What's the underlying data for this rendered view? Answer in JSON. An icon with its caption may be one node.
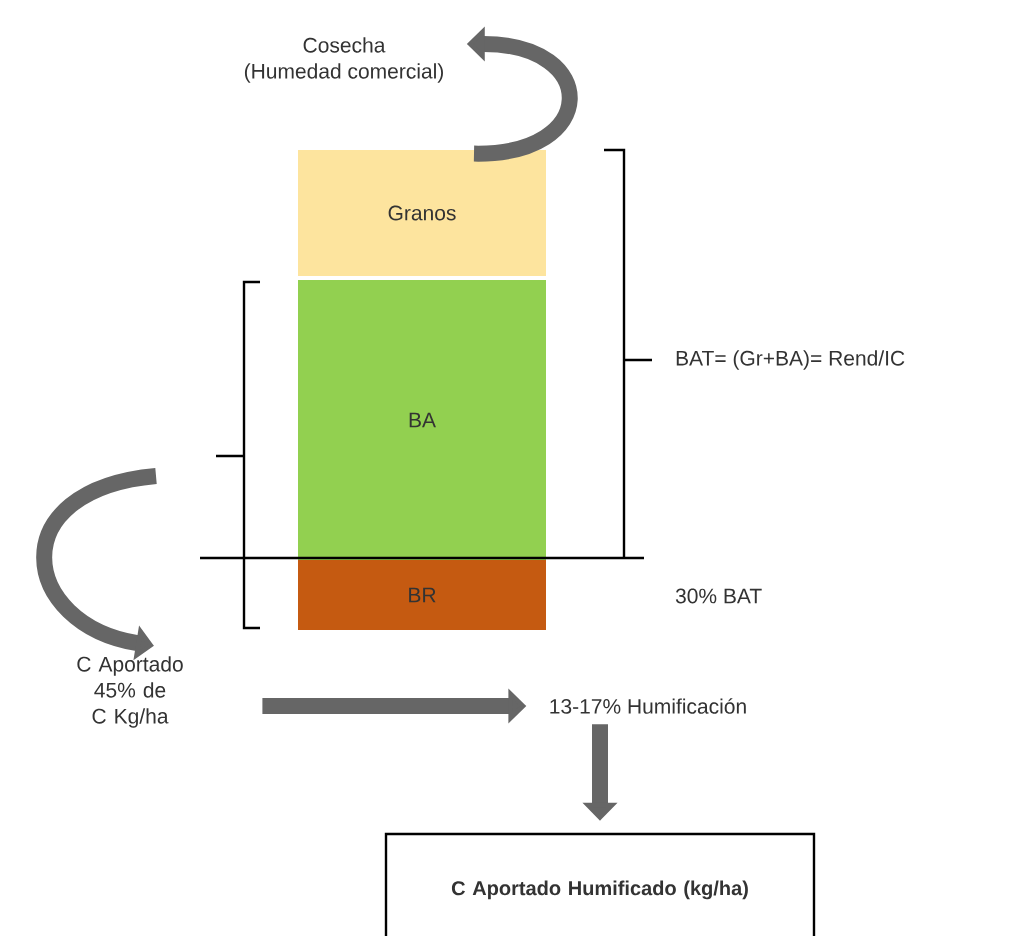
{
  "diagram": {
    "nodes": [
      {
        "text": [
          "Granos"
        ]
      },
      {
        "text": [
          "BA"
        ]
      },
      {
        "text": [
          "BR"
        ]
      },
      {
        "text": [
          "Cosecha",
          "(Humedad comercial)"
        ]
      },
      {
        "text": [
          "C Aportado 45% de C Kg/ha"
        ]
      },
      {
        "text": [
          "13-17% Humificación"
        ]
      },
      {
        "text": [
          "C Aportado Humificado (kg/ha)"
        ]
      }
    ],
    "edges": [
      {
        "from": 0,
        "to": 3,
        "arrow": "to"
      },
      {
        "from": null,
        "to": 4,
        "arrow": "to"
      },
      {
        "from": 4,
        "to": 5,
        "arrow": "to"
      },
      {
        "from": 5,
        "to": 6,
        "arrow": "to"
      }
    ],
    "labels": [
      "BAT= (Gr+BA)= Rend/IC",
      "30% BAT"
    ]
  }
}
